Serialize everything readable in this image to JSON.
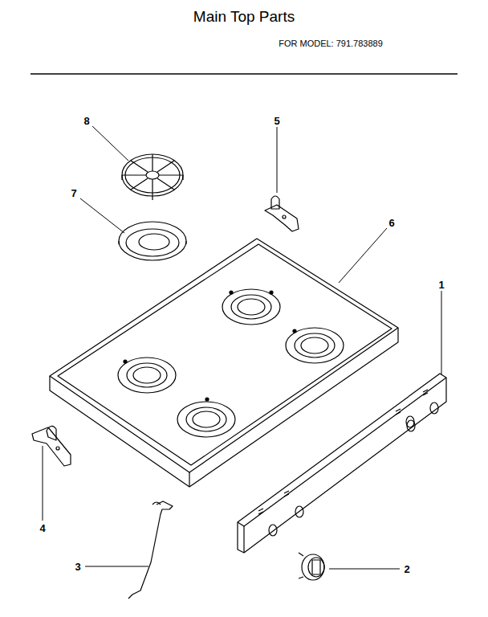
{
  "diagram": {
    "title": "Main Top Parts",
    "labels": [
      "FOR MODEL: 791.783889",
      "8",
      "5",
      "7",
      "6",
      "1",
      "4",
      "3",
      "2"
    ]
  }
}
